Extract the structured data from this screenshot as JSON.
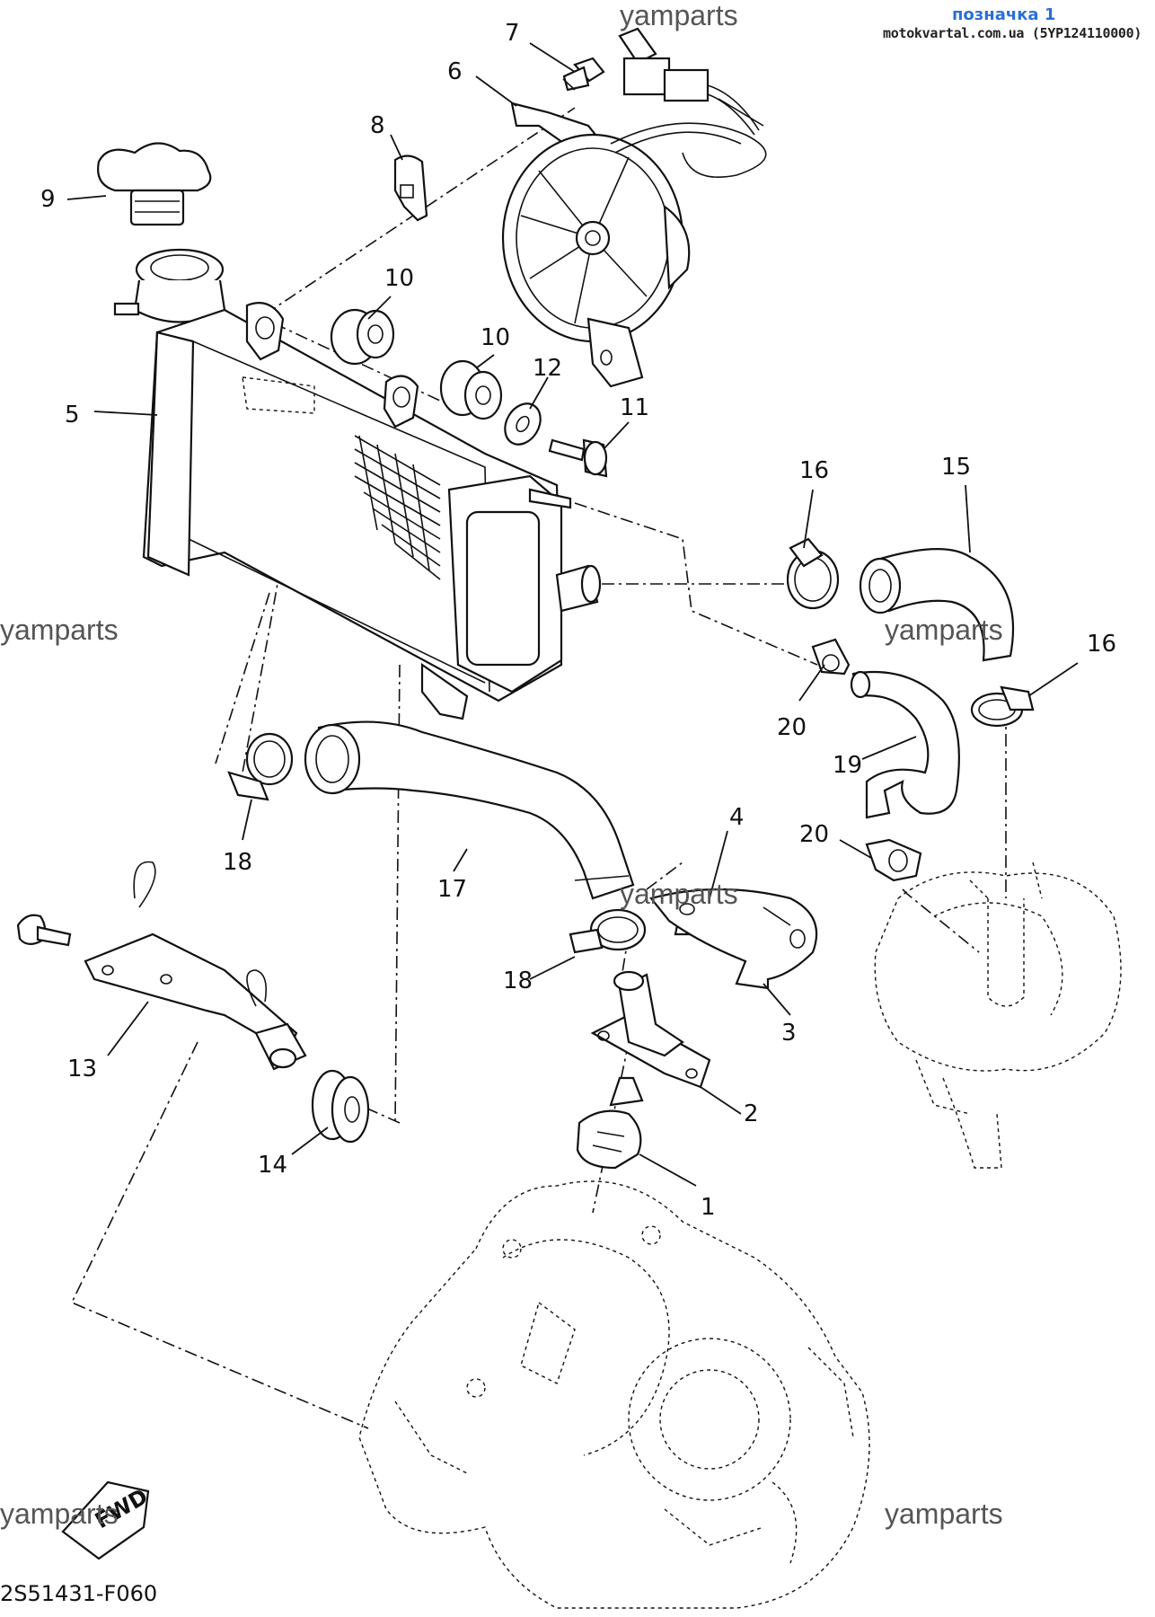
{
  "header": {
    "label": "позначка 1",
    "source": "motokvartal.com.ua (5YP124110000)"
  },
  "watermarks": [
    "yamparts",
    "yamparts",
    "yamparts",
    "yamparts",
    "yamparts",
    "yamparts"
  ],
  "callouts": [
    "1",
    "2",
    "3",
    "4",
    "5",
    "6",
    "7",
    "8",
    "9",
    "10",
    "10",
    "11",
    "12",
    "13",
    "14",
    "15",
    "16",
    "16",
    "17",
    "18",
    "18",
    "19",
    "20",
    "20"
  ],
  "fwd_label": "FWD",
  "diagram_code": "2S51431-F060"
}
